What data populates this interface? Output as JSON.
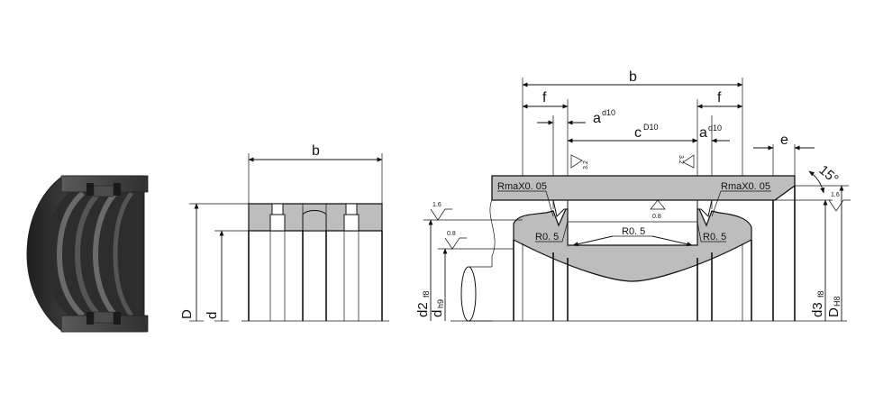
{
  "diagram": {
    "colors": {
      "seal_fill": "#bdbdbd",
      "render_dark": "#3a3a3a",
      "line": "#111111"
    },
    "middle_view": {
      "labels": {
        "b": "b",
        "D": "D",
        "d": "d"
      }
    },
    "right_view": {
      "labels": {
        "b": "b",
        "f_left": "f",
        "f_right": "f",
        "a_left": "a",
        "a_left_tol": "d10",
        "a_right": "a",
        "a_right_tol": "d10",
        "c": "c",
        "c_tol": "D10",
        "e": "e",
        "angle": "15°",
        "d2": "d2",
        "d2_tol": "f8",
        "dh": "d",
        "dh_tol": "h9",
        "d3": "d3",
        "d3_tol": "f8",
        "D": "D",
        "D_tol": "H8"
      },
      "notes": {
        "rmax_left": "RmaX0. 05",
        "rmax_right": "RmaX0. 05",
        "r_left": "R0. 5",
        "r_center": "R0. 5",
        "r_right": "R0. 5"
      },
      "surface_finish": {
        "s_1_6_left": "1.6",
        "s_0_8_left": "0.8",
        "s_3_2_left": "3.2",
        "s_3_2_right": "3.2",
        "s_0_8_center": "0.8",
        "s_1_6_right": "1.6"
      }
    }
  }
}
